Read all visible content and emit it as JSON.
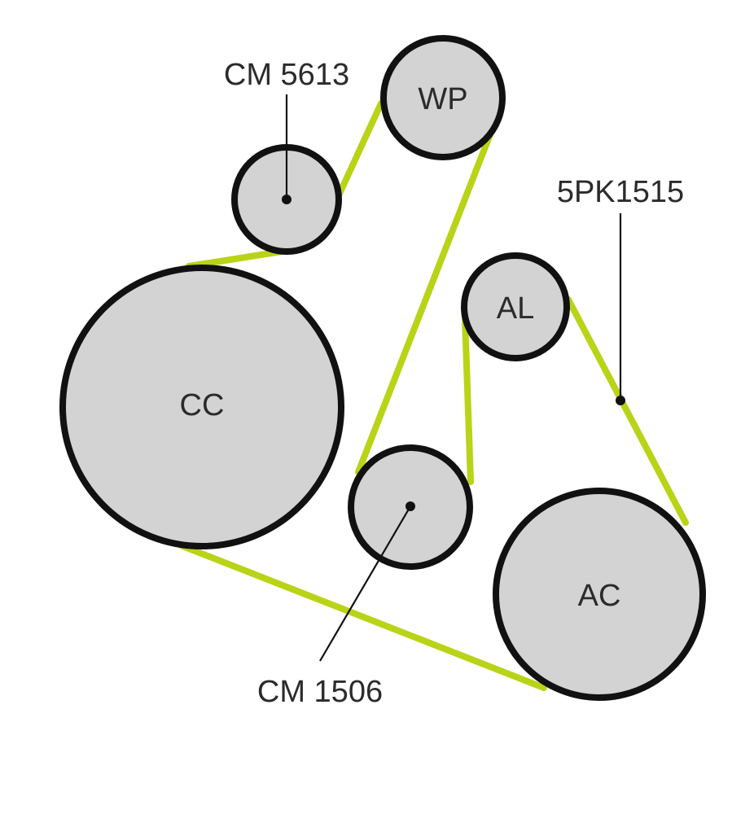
{
  "colors": {
    "belt": "#b9d317",
    "pulley_fill": "#d3d3d3",
    "outline": "#111111",
    "text": "#2b2b2b"
  },
  "pulleys": {
    "wp": "WP",
    "cc": "CC",
    "al": "AL",
    "ac": "AC",
    "tensioner_top": "",
    "tensioner_bottom": ""
  },
  "callouts": {
    "top_idler": "CM 5613",
    "bottom_idler": "CM 1506",
    "belt": "5PK1515"
  }
}
